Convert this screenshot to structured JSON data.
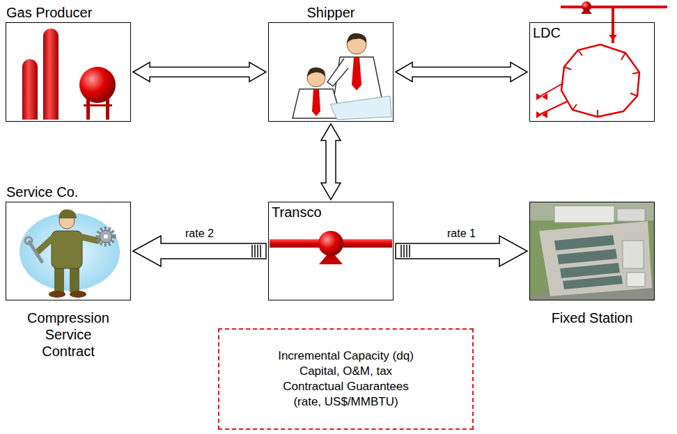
{
  "diagram": {
    "nodes": [
      {
        "text": [
          "Gas Producer"
        ]
      },
      {
        "text": [
          "Shipper"
        ]
      },
      {
        "text": [
          "LDC"
        ]
      },
      {
        "text": [
          "Service Co.",
          "Compression Service Contract"
        ]
      },
      {
        "text": [
          "Transco"
        ]
      },
      {
        "text": [
          "Fixed Station"
        ]
      },
      {
        "text": [
          "Incremental Capacity (dq)",
          "Capital, O&M, tax",
          "Contractual Guarantees (rate, US$/MMBTU)"
        ]
      }
    ],
    "edges": [
      {
        "from": 0,
        "to": 1,
        "arrow": "both"
      },
      {
        "from": 1,
        "to": 2,
        "arrow": "both"
      },
      {
        "from": 1,
        "to": 4,
        "arrow": "both"
      },
      {
        "from": 4,
        "to": 3,
        "label": "rate 2",
        "arrow": "to"
      },
      {
        "from": 4,
        "to": 5,
        "label": "rate 1",
        "arrow": "to"
      }
    ]
  }
}
